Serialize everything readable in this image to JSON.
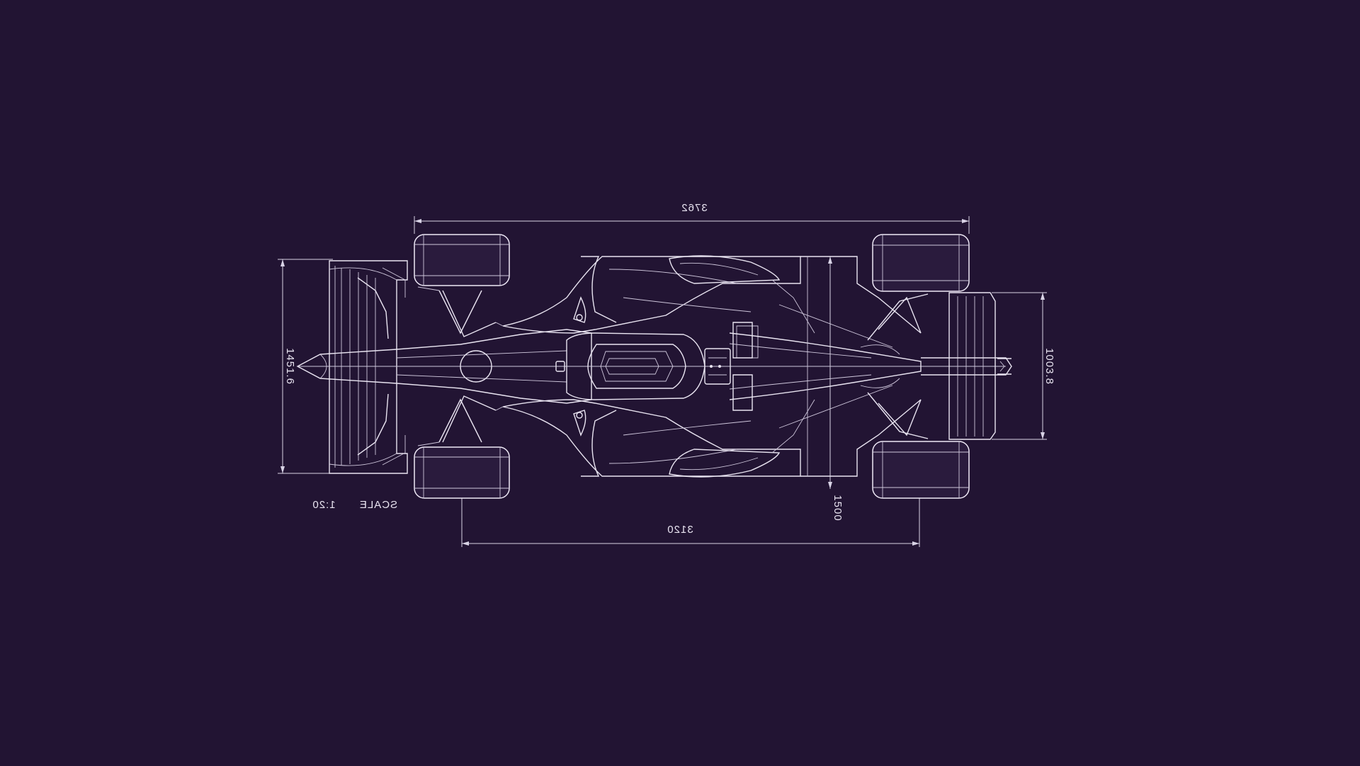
{
  "diagram": {
    "background_color": "#221433",
    "line_color": "#e9e4f1",
    "dimensions": {
      "overall_length": "3762",
      "wheelbase": "3120",
      "front_width": "1451.6",
      "rear_wing_width": "1003.8",
      "sidepod_width": "1500"
    },
    "scale_label": "SCALE",
    "scale_value": "1:20"
  }
}
